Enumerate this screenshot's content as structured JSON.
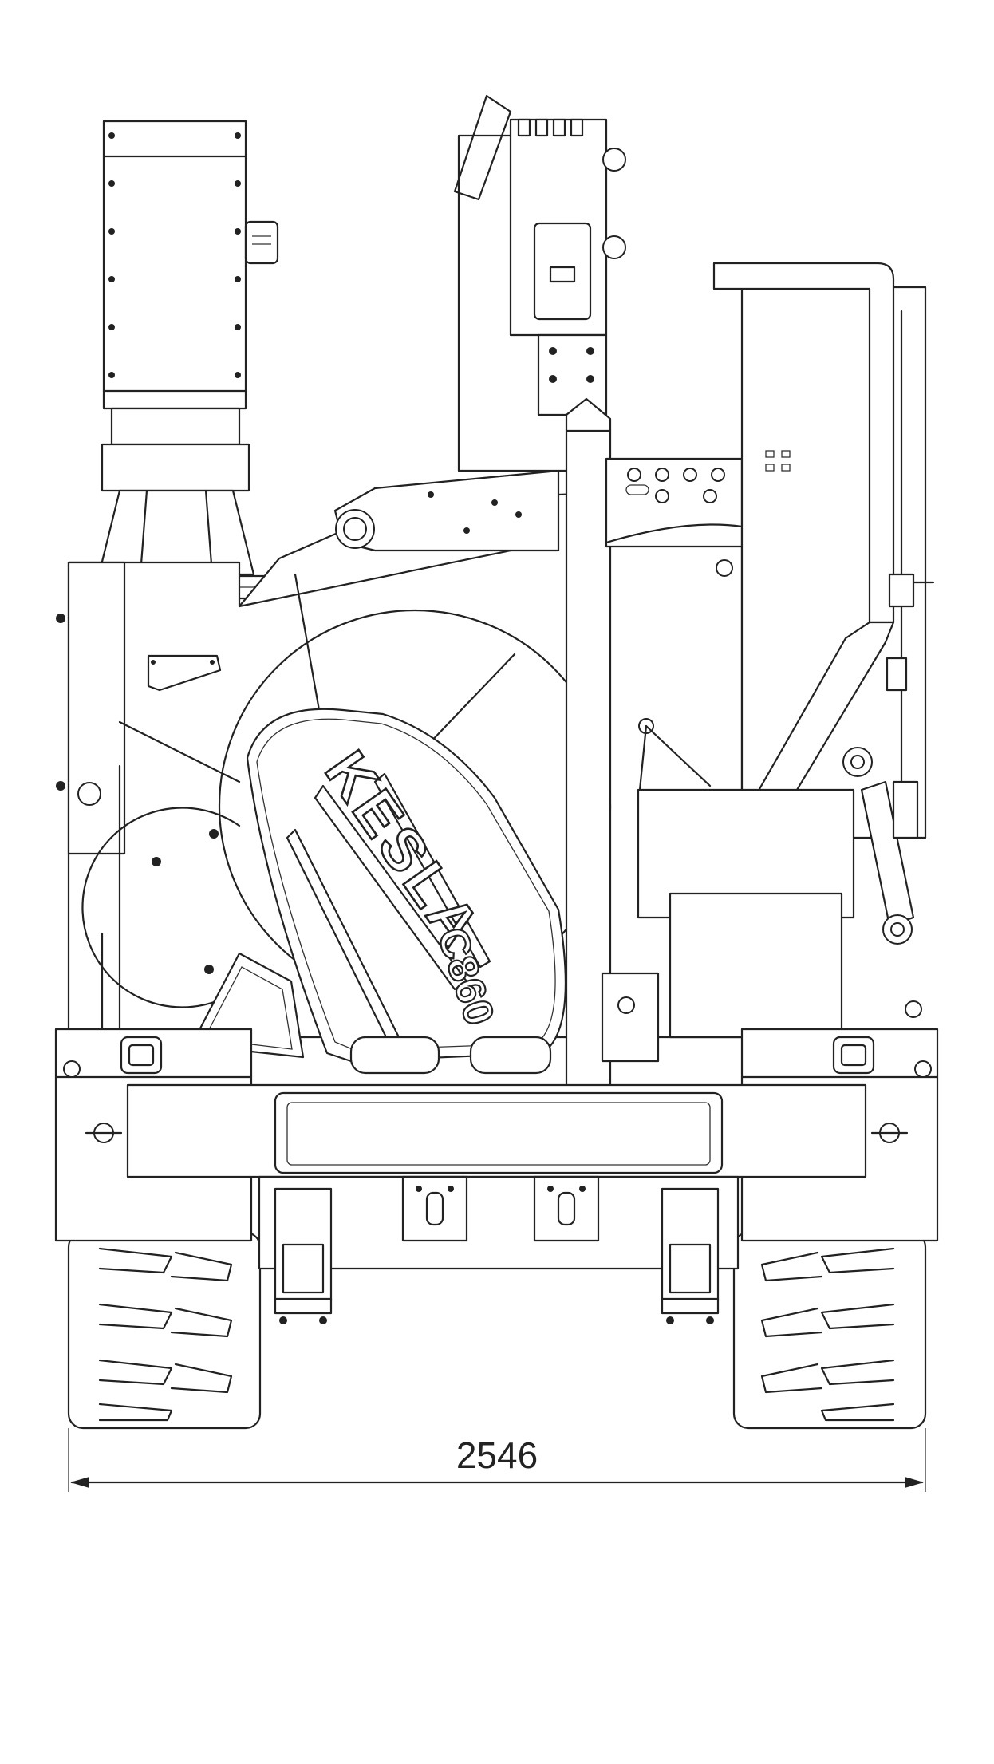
{
  "drawing": {
    "brand_text": "KESLA",
    "model_text": "C860",
    "dimension_width": "2546",
    "line_color": "#222222",
    "background_color": "#ffffff"
  }
}
